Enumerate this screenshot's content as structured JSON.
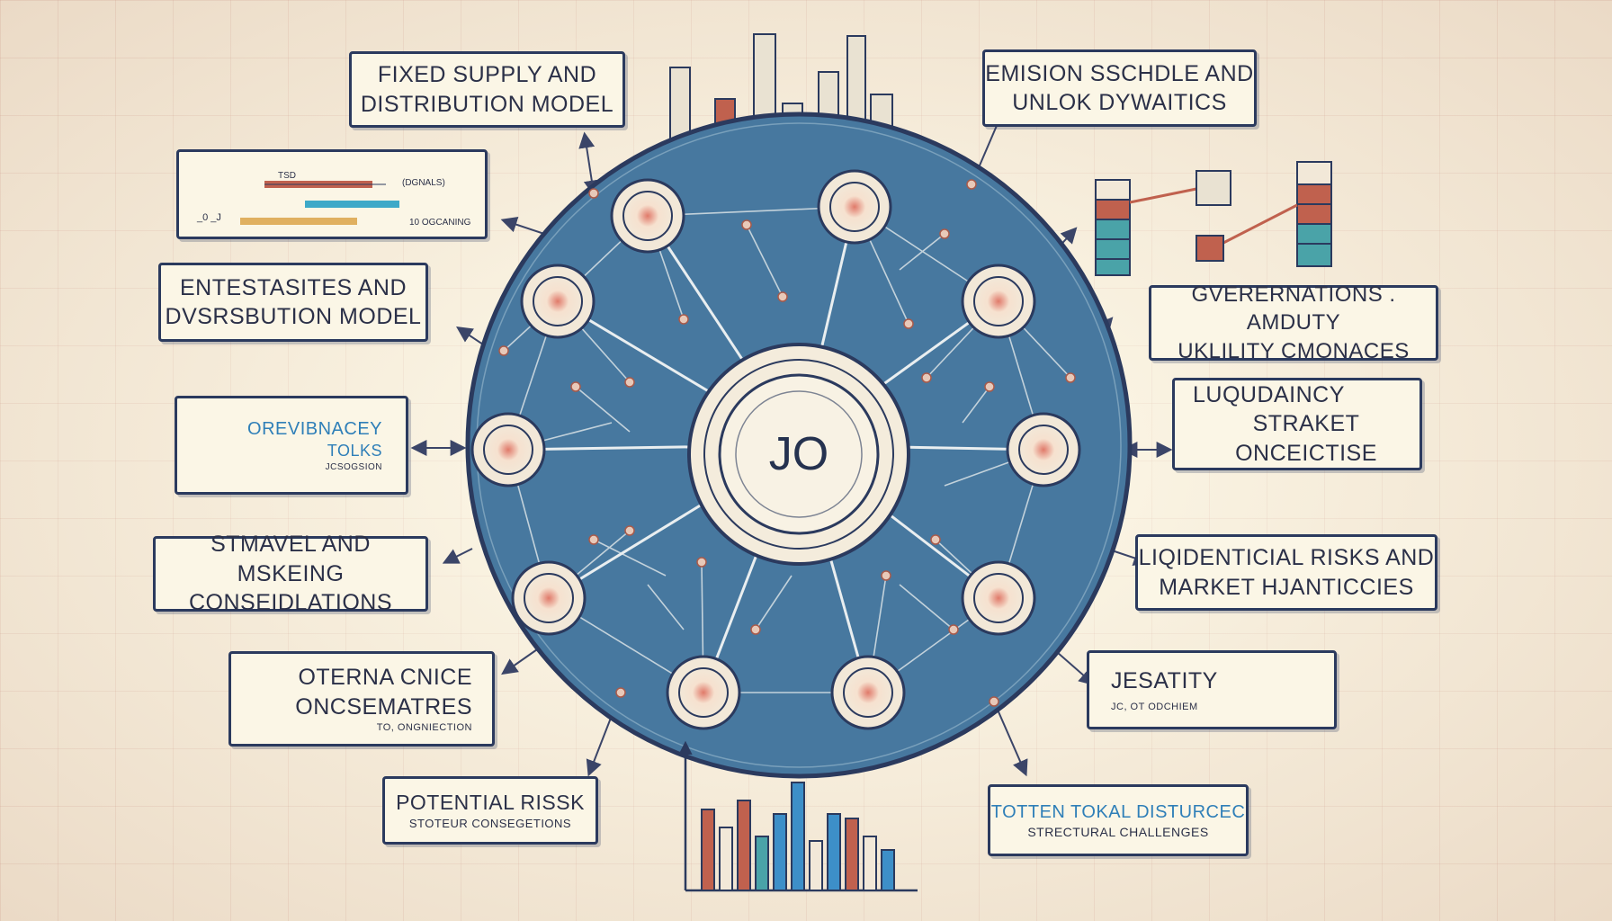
{
  "hub_label": "JO",
  "boxes": {
    "fixed_supply": {
      "l1": "FIXED SUPPLY AND",
      "l2": "DISTRIBUTION MODEL"
    },
    "timeline": {
      "t1": "TSD",
      "t2": "(DGNALS)",
      "t3": "_0 _J",
      "t4": "10 OGCANING"
    },
    "entestasites": {
      "l1": "ENTESTASITES AND",
      "l2": "DVSRSBUTION MODEL"
    },
    "orevibnacey": {
      "l1": "OREVIBNACEY",
      "l2": "TOLKS",
      "sub": "JCSOGSION"
    },
    "stmavel": {
      "l1": "STMAVEL AND MSKEING",
      "l2": "CONSEIDLATIONS"
    },
    "oterna": {
      "l1": "OTERNA CNICE",
      "l2": "ONCSEMATRES",
      "sub": "TO, ONGNIECTION"
    },
    "potential": {
      "l1": "POTENTIAL RISSK",
      "sub": "STOTEUR CONSEGETIONS"
    },
    "emision": {
      "l1": "EMISION SSCHDLE AND",
      "l2": "UNLOK  DYWAITICS"
    },
    "gverernations": {
      "l1": "GVERERNATIONS . AMDUTY",
      "l2": "UKLILITY CMONACES"
    },
    "luqudaincy": {
      "l1": "LUQUDAINCY",
      "l2": "STRAKET ONCEICTISE"
    },
    "liquidential": {
      "l1": "LIQIDENTICIAL RISKS AND",
      "l2": "MARKET HJANTICCIES"
    },
    "jesatity": {
      "l1": "JESATITY",
      "sub": "JC, OT ODCHIEM"
    },
    "totten": {
      "l1": "TOTTEN TOKAL DISTURCEC",
      "sub": "STRECTURAL CHALLENGES"
    }
  },
  "colors": {
    "circle_fill": "#4b7ea8",
    "ink": "#2b3a5e",
    "accent_red": "#c0614e",
    "accent_teal": "#4aa3a8",
    "accent_blue": "#3d8fc8",
    "paper": "#f3ead6"
  },
  "icons": [
    "cube-icon",
    "gear-icon",
    "bar-chart-icon",
    "stacked-blocks-icon",
    "arrow-icon"
  ]
}
